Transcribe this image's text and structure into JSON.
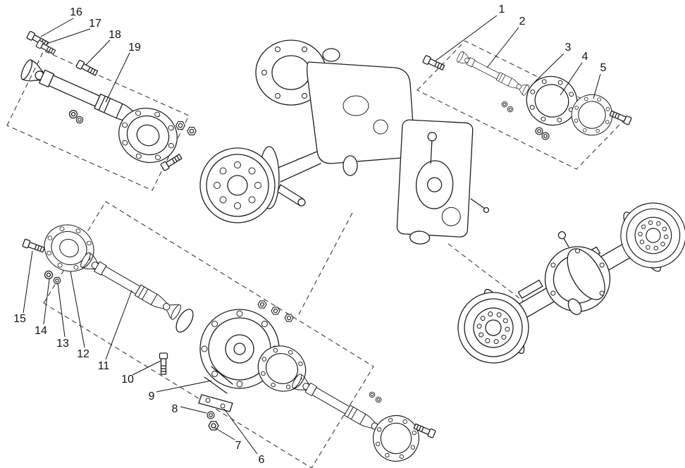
{
  "page": {
    "background": "#ffffff",
    "ink": "#1f1f1f",
    "type": "exploded-parts-diagram"
  },
  "diagram": {
    "callouts": [
      {
        "label": "1"
      },
      {
        "label": "2"
      },
      {
        "label": "3"
      },
      {
        "label": "4"
      },
      {
        "label": "5"
      },
      {
        "label": "6"
      },
      {
        "label": "7"
      },
      {
        "label": "8"
      },
      {
        "label": "9"
      },
      {
        "label": "10"
      },
      {
        "label": "11"
      },
      {
        "label": "12"
      },
      {
        "label": "13"
      },
      {
        "label": "14"
      },
      {
        "label": "15"
      },
      {
        "label": "16"
      },
      {
        "label": "17"
      },
      {
        "label": "18"
      },
      {
        "label": "19"
      }
    ]
  }
}
